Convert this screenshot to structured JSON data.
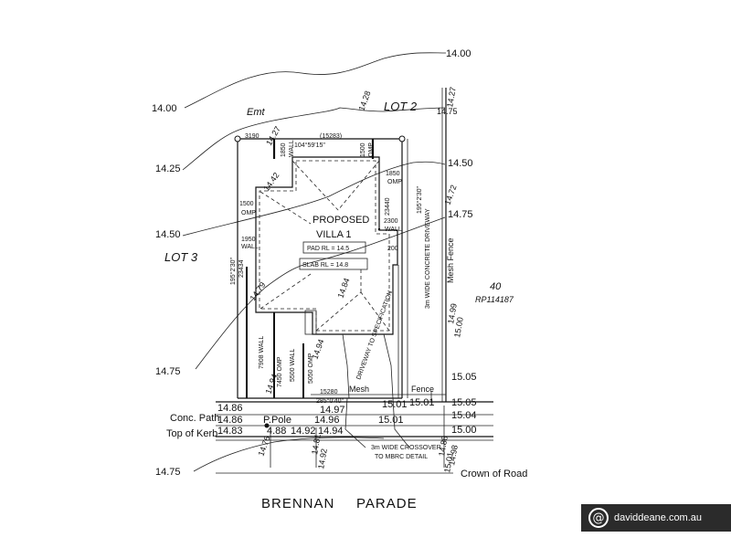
{
  "contours": {
    "c1400_top": "14.00",
    "c1400_left": "14.00",
    "c1425": "14.25",
    "c1450_left": "14.50",
    "c1450_right": "14.50",
    "c1475_left": "14.75",
    "c1475_right": "14.75",
    "c1475_bottom": "14.75"
  },
  "lots": {
    "lot2": "LOT 2",
    "lot3": "LOT 3",
    "lot40": "40",
    "rp": "RP114187",
    "emt": "Emt"
  },
  "villa": {
    "line1": "PROPOSED",
    "line2": "VILLA 1",
    "pad_rl": "PAD RL = 14.5",
    "slab_rl": "SLAB RL = 14.8"
  },
  "spot_levels": {
    "s1427a": "14.27",
    "s1428": "14.28",
    "s1427b": "14.27",
    "s1475top": "14.75",
    "s1442": "14.42",
    "s1472": "14.72",
    "s1479": "14.79",
    "s1484": "14.84",
    "s1494a": "14.94",
    "s1494b": "14.94",
    "s1499": "14.99",
    "s1500": "15.00"
  },
  "dims": {
    "d3190": "3190",
    "d15283": "(15283)",
    "bearing_top": "104°59'15\"",
    "d1850wall": "1850",
    "wall": "WALL",
    "d1500omp_top": "1500",
    "omp": "OMP",
    "d1850omp": "1850",
    "d23440": "23440",
    "bearing_right": "195°2'30\"",
    "d2300": "2300",
    "d200": "200",
    "d1500omp_left": "1500",
    "d1950": "1950",
    "bearing_left": "195°2'30\"",
    "d23434": "23434",
    "d7908": "7908 WALL",
    "d7450": "7450 OMP",
    "d5500": "5500 WALL",
    "d5050": "5050 OMP",
    "d15280": "15280",
    "bearing_bottom": "285°0'40\"",
    "driveway_label": "3m WIDE CONCRETE DRIVEWAY",
    "driveway_spec": "DRIVEWAY TO SPECIFICATION"
  },
  "fence": {
    "mesh_fence_vertical": "Mesh Fence",
    "mesh": "Mesh",
    "fence": "Fence"
  },
  "street": {
    "r1486": "14.86",
    "r1497": "14.97",
    "r1501a": "15.01",
    "r1501b": "15.01",
    "r1505a": "15.05",
    "r1505b": "15.05",
    "conc_path": "Conc. Path",
    "p1486": "14.86",
    "p_pole": "P.Pole",
    "p1496": "14.96",
    "p1501": "15.01",
    "p1504": "15.04",
    "top_of_kerb": "Top of Kerb",
    "k1483": "14.83",
    "k1488": "4.88",
    "k1492": "14.92",
    "k1494": "14.94",
    "k1500": "15.00",
    "b1476": "14.76",
    "b1481": "14.81",
    "b1492": "14.92",
    "b1488": "14.88",
    "b1498": "14.98",
    "b1501": "15.01",
    "crossover1": "3m WIDE CROSSOVER",
    "crossover2": "TO MBRC DETAIL",
    "crown": "Crown of Road",
    "road1": "BRENNAN",
    "road2": "PARADE"
  },
  "watermark": {
    "icon": "at-icon",
    "text": "daviddeane.com.au"
  }
}
